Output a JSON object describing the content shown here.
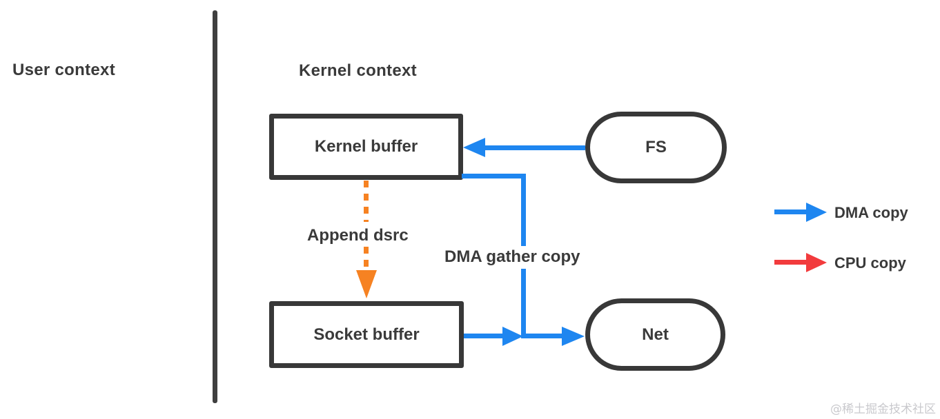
{
  "diagram": {
    "contexts": {
      "user": "User context",
      "kernel": "Kernel context"
    },
    "nodes": {
      "kernel_buffer": "Kernel buffer",
      "socket_buffer": "Socket buffer",
      "fs": "FS",
      "net": "Net"
    },
    "edge_labels": {
      "append_dsrc": "Append dsrc",
      "dma_gather": "DMA gather copy"
    },
    "legend": [
      {
        "label": "DMA copy",
        "color": "#1e86f0"
      },
      {
        "label": "CPU copy",
        "color": "#f23b3d"
      }
    ],
    "watermark": "@稀土掘金技术社区"
  },
  "colors": {
    "dma_blue": "#1e86f0",
    "cpu_red": "#f23b3d",
    "append_orange": "#f68222",
    "stroke_dark": "#383838",
    "text_dark": "#3a3a3a",
    "watermark_gray": "#c9c9cd"
  }
}
